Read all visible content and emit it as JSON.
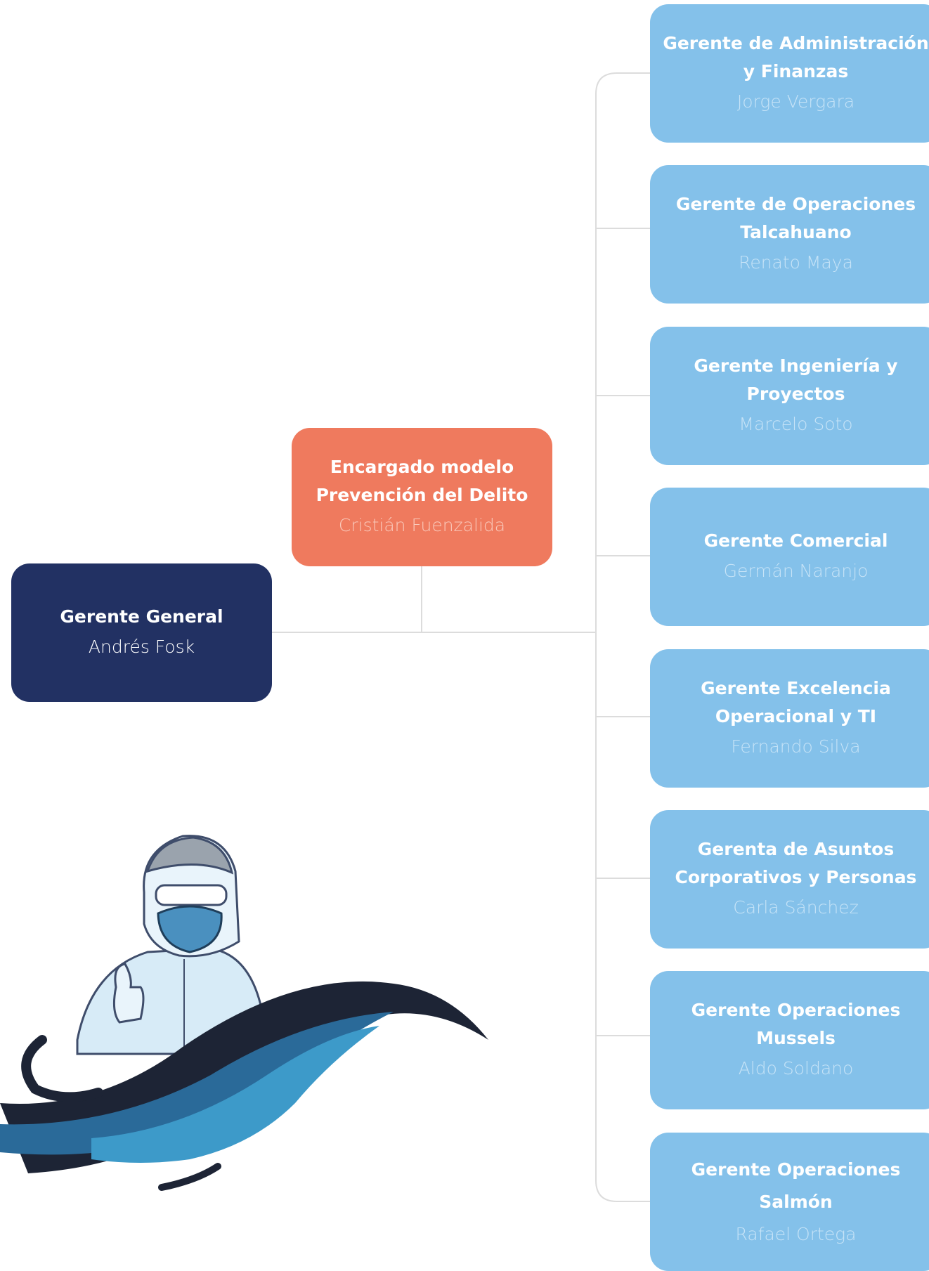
{
  "diagram": {
    "general_manager": {
      "title": "Gerente General",
      "name": "Andrés Fosk",
      "color": "#223163"
    },
    "prevention_officer": {
      "title": "Encargado modelo Prevención del Delito",
      "name": "Cristián Fuenzalida",
      "color": "#ef7a5e"
    },
    "managers": [
      {
        "title": "Gerente de Administración y Finanzas",
        "name": "Jorge Vergara"
      },
      {
        "title": "Gerente de Operaciones Talcahuano",
        "name": "Renato Maya"
      },
      {
        "title": "Gerente Ingeniería y Proyectos",
        "name": "Marcelo Soto"
      },
      {
        "title": "Gerente Comercial",
        "name": "Germán Naranjo"
      },
      {
        "title": "Gerente Excelencia Operacional y TI",
        "name": "Fernando Silva"
      },
      {
        "title": "Gerenta de Asuntos Corporativos y Personas",
        "name": "Carla Sánchez"
      },
      {
        "title": "Gerente Operaciones Mussels",
        "name": "Aldo Soldano"
      },
      {
        "title": "Gerente Operaciones Salmón",
        "name": "Rafael Ortega"
      }
    ],
    "manager_color": "#84c1ea",
    "connector_color": "#dcdcdc"
  },
  "illustration": {
    "icon": "worker-in-protective-suit-with-wave-icon",
    "colors": [
      "#1d2435",
      "#2a6a99",
      "#3d9ac9",
      "#d7ebf7"
    ]
  }
}
